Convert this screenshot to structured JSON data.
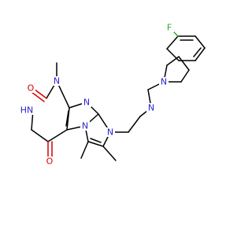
{
  "molecule": {
    "atoms": {
      "n_imidazo_left": "N",
      "n_imidazo_top": "N",
      "n_pyrimidine_methyl": "N",
      "nh": "H​N",
      "n_bridge": "N",
      "n_piperazine_left": "N",
      "n_piperazine_right": "N",
      "o_top": "O",
      "o_bottom": "O",
      "fluorine": "F"
    },
    "colors": {
      "carbon_bond": "#000000",
      "nitrogen": "#2a24c8",
      "oxygen": "#d40000",
      "fluorine": "#2ea82e"
    }
  }
}
